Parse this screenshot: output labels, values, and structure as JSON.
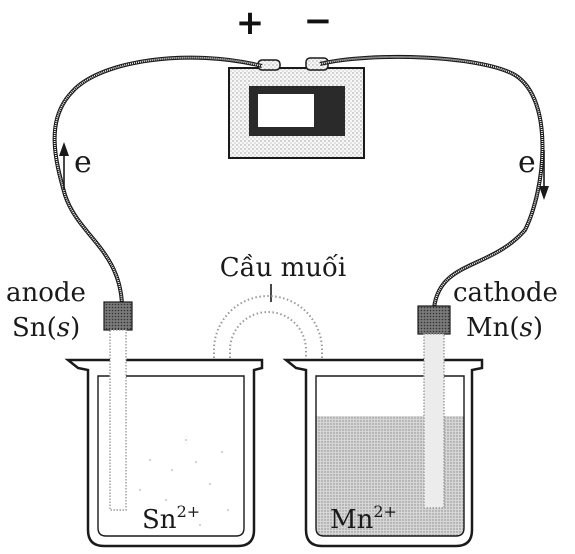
{
  "battery": {
    "plus": "+",
    "minus": "−"
  },
  "left_electron": "e",
  "right_electron": "e",
  "salt_bridge": "Cầu muối",
  "left_electrode": {
    "role": "anode",
    "metal": "Sn",
    "state": "s"
  },
  "right_electrode": {
    "role": "cathode",
    "metal": "Mn",
    "state": "s"
  },
  "left_ion": {
    "symbol": "Sn",
    "charge": "2+"
  },
  "right_ion": {
    "symbol": "Mn",
    "charge": "2+"
  },
  "colors": {
    "ink": "#1a1a1a",
    "stipple": "#8a8a8a",
    "solution": "#dcdcdc"
  }
}
